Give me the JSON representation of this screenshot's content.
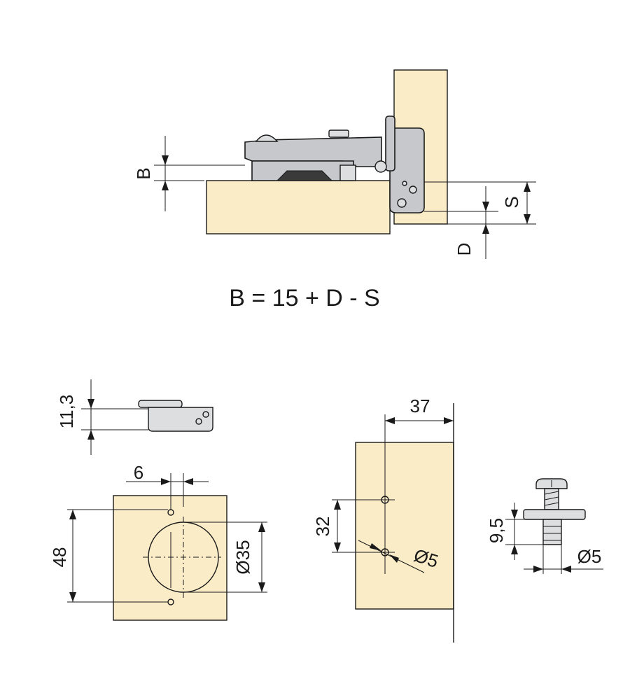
{
  "top_view": {
    "label_b": "B",
    "label_s": "S",
    "label_d": "D"
  },
  "formula": "B = 15 + D - S",
  "plate_side": {
    "height_label": "11,3"
  },
  "cup_drilling": {
    "offset_label": "6",
    "spacing_label": "48",
    "diameter_label": "Ø35"
  },
  "plate_drilling": {
    "edge_label": "37",
    "spacing_label": "32",
    "hole_label": "Ø5"
  },
  "screw": {
    "length_label": "9,5",
    "diameter_label": "Ø5"
  },
  "colors": {
    "wood": "#fbecc8",
    "metal": "#c6c8cb",
    "line": "#1a1a1a"
  }
}
